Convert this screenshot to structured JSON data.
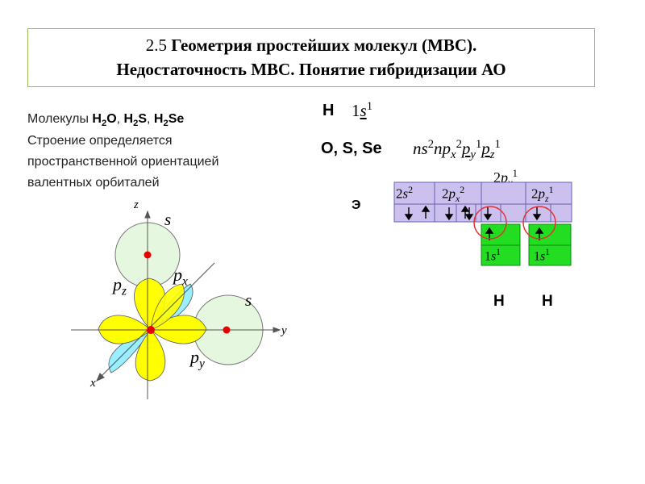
{
  "title": {
    "line1_prefix": "2.5 ",
    "line1_bold": "Геометрия простейших молекул (МВС).",
    "line2": "Недостаточность МВС. Понятие гибридизации АО"
  },
  "description": {
    "molecules_label": "Молекулы",
    "molecules": [
      {
        "base": "H",
        "sub": "2",
        "rest": "O"
      },
      {
        "base": "H",
        "sub": "2",
        "rest": "S"
      },
      {
        "base": "H",
        "sub": "2",
        "rest": "Se"
      }
    ],
    "lines": [
      "Строение определяется",
      "пространственной ориентацией",
      "валентных орбиталей"
    ]
  },
  "hydrogen": {
    "symbol": "H",
    "config_n": "1",
    "config_orb": "s",
    "config_sup": "1"
  },
  "oss": {
    "symbol": "O, S, Se",
    "config": {
      "ns": "ns",
      "ns_sup": "2",
      "np": "np",
      "px_sub": "x",
      "px_sup": "2",
      "p": "p",
      "py_sub": "y",
      "py_sup": "1",
      "pz_sub": "z",
      "pz_sup": "1"
    }
  },
  "orbital_diagram": {
    "element_label": "Э",
    "above_label": {
      "n": "2",
      "p": "p",
      "sub": "y",
      "sup": "1"
    },
    "cells": [
      {
        "n": "2",
        "orb": "s",
        "sub": "",
        "sup": "2"
      },
      {
        "n": "2",
        "orb": "p",
        "sub": "x",
        "sup": "2"
      },
      {
        "n": "2",
        "orb": "p",
        "sub": "z",
        "sup": "1"
      }
    ],
    "h_orbital": {
      "n": "1",
      "orb": "s",
      "sup": "1"
    },
    "h_labels": [
      "H",
      "H"
    ]
  },
  "axes_figure": {
    "axis_z": "z",
    "axis_y": "y",
    "axis_x": "x",
    "s_top": "s",
    "s_right": "s",
    "pz": {
      "p": "p",
      "sub": "z"
    },
    "px": {
      "p": "p",
      "sub": "x"
    },
    "py": {
      "p": "p",
      "sub": "y"
    }
  },
  "colors": {
    "frame": "#9bbb59",
    "cell_purple": "#ccc0ee",
    "cell_green": "#22dd22",
    "lobe_yellow": "#ffff00",
    "lobe_cyan": "#99eeff",
    "sphere": "#e6f7e0",
    "nucleus": "#e60000",
    "circle": "#e83030"
  }
}
